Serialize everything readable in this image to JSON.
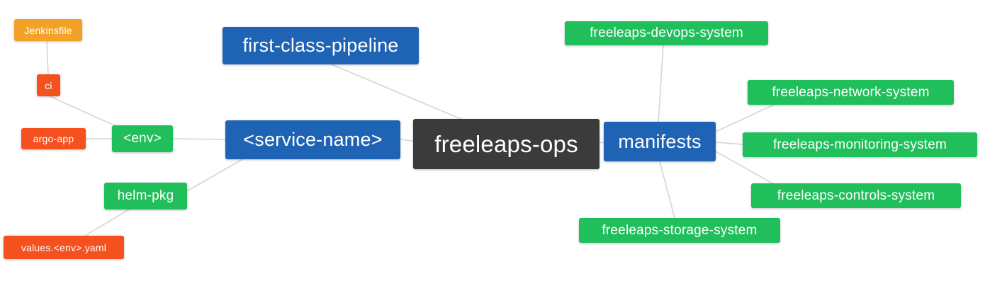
{
  "diagram": {
    "type": "mindmap",
    "root_label": "freeleaps-ops",
    "colors": {
      "root": "#3b3b3b",
      "primary": "#1f63b5",
      "success": "#21bf5b",
      "warning": "#f3a229",
      "danger": "#f4511e",
      "edge": "#d5d5d5"
    },
    "nodes": {
      "root": {
        "label": "freeleaps-ops"
      },
      "first_class_pipeline": {
        "label": "first-class-pipeline"
      },
      "service_name": {
        "label": "<service-name>"
      },
      "manifests": {
        "label": "manifests"
      },
      "env": {
        "label": "<env>"
      },
      "helm_pkg": {
        "label": "helm-pkg"
      },
      "jenkinsfile": {
        "label": "Jenkinsfile"
      },
      "ci": {
        "label": "ci"
      },
      "argo_app": {
        "label": "argo-app"
      },
      "values_env_yaml": {
        "label": "values.<env>.yaml"
      },
      "devops_system": {
        "label": "freeleaps-devops-system"
      },
      "network_system": {
        "label": "freeleaps-network-system"
      },
      "monitoring_system": {
        "label": "freeleaps-monitoring-system"
      },
      "controls_system": {
        "label": "freeleaps-controls-system"
      },
      "storage_system": {
        "label": "freeleaps-storage-system"
      }
    },
    "edges": [
      {
        "from": "jenkinsfile",
        "to": "ci"
      },
      {
        "from": "ci",
        "to": "env"
      },
      {
        "from": "argo_app",
        "to": "env"
      },
      {
        "from": "env",
        "to": "service_name"
      },
      {
        "from": "values_env_yaml",
        "to": "helm_pkg"
      },
      {
        "from": "helm_pkg",
        "to": "service_name"
      },
      {
        "from": "first_class_pipeline",
        "to": "root"
      },
      {
        "from": "service_name",
        "to": "root"
      },
      {
        "from": "root",
        "to": "manifests"
      },
      {
        "from": "manifests",
        "to": "devops_system"
      },
      {
        "from": "manifests",
        "to": "network_system"
      },
      {
        "from": "manifests",
        "to": "monitoring_system"
      },
      {
        "from": "manifests",
        "to": "controls_system"
      },
      {
        "from": "manifests",
        "to": "storage_system"
      }
    ]
  }
}
